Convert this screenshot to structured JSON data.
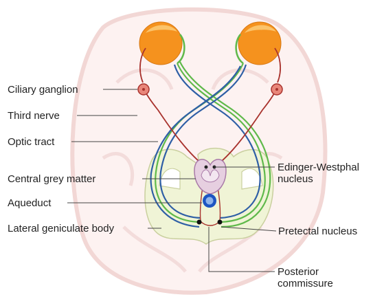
{
  "labels": {
    "ciliary_ganglion": "Ciliary ganglion",
    "third_nerve": "Third nerve",
    "optic_tract": "Optic tract",
    "central_grey_matter": "Central grey matter",
    "aqueduct": "Aqueduct",
    "lateral_geniculate_body": "Lateral geniculate body",
    "edinger_westphal_line1": "Edinger-Westphal",
    "edinger_westphal_line2": "nucleus",
    "pretectal_nucleus": "Pretectal nucleus",
    "posterior_commissure_line1": "Posterior",
    "posterior_commissure_line2": "commissure"
  },
  "colors": {
    "brain_outline": "#f2d7d5",
    "brain_fill": "#fdf2f1",
    "midbrain_fill": "#f0f4d6",
    "midbrain_stroke": "#c9cf9e",
    "eye_orange": "#f5921e",
    "eye_highlight": "#fbc36a",
    "optic_green": "#5fb94a",
    "optic_blue": "#2f5fa6",
    "nerve_red": "#a8322d",
    "ganglion_fill": "#e9867a",
    "grey_matter_fill": "#e6cfe0",
    "grey_matter_stroke": "#a97aa8",
    "aqueduct_blue": "#1d55c2",
    "leader": "#444444"
  }
}
